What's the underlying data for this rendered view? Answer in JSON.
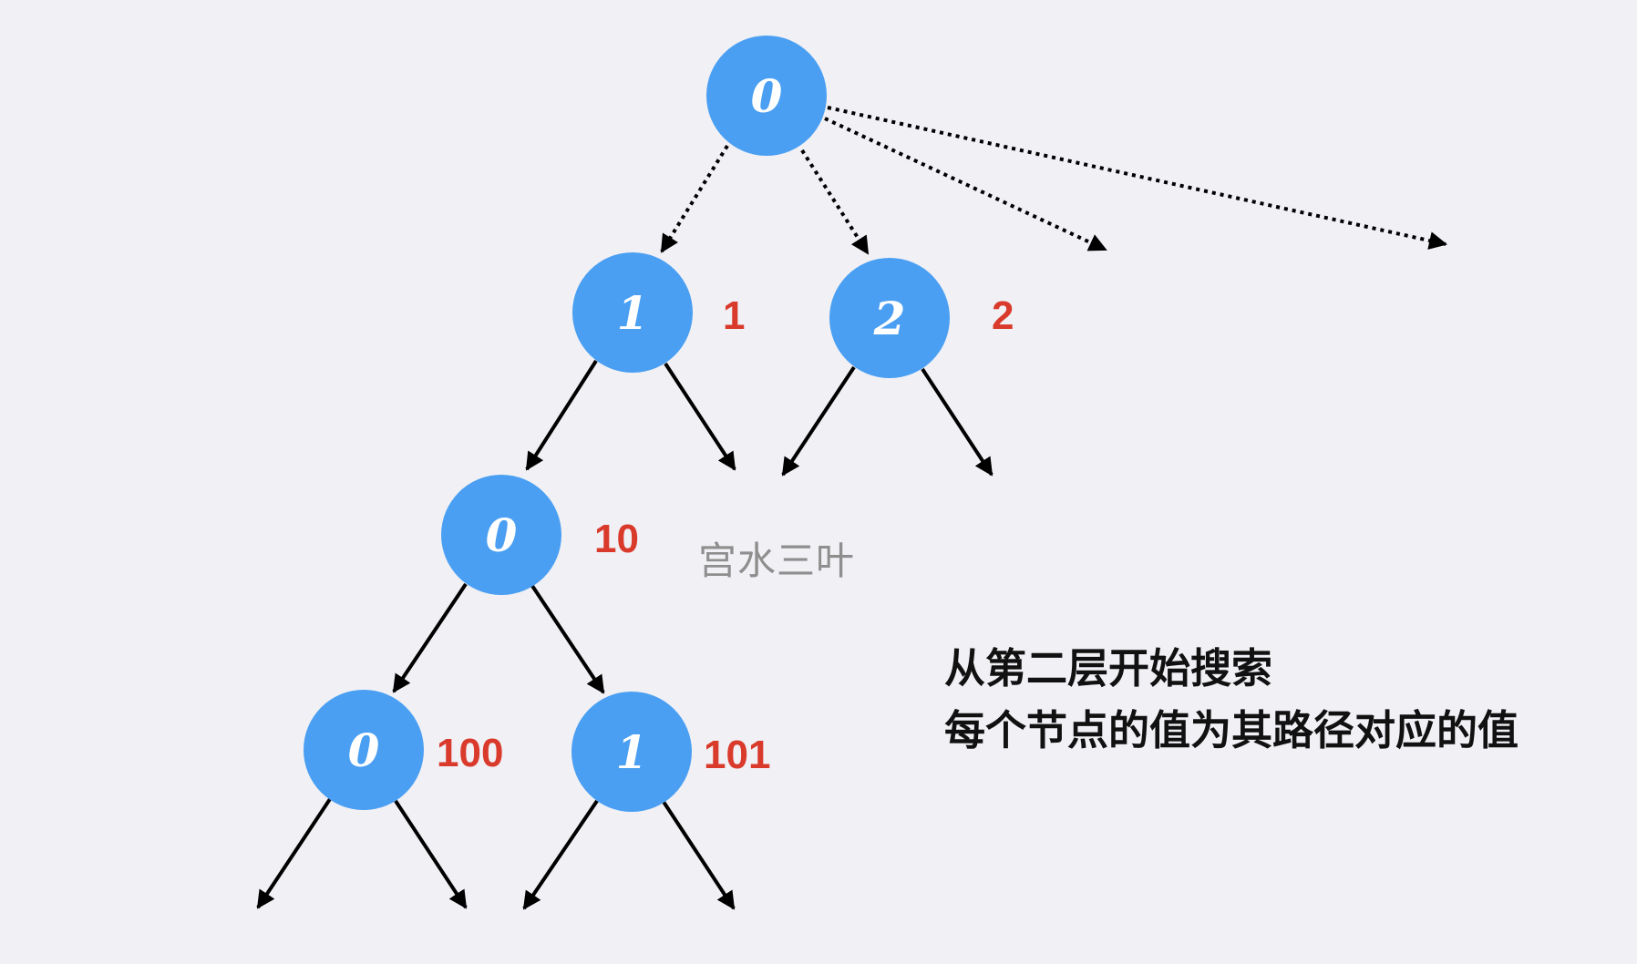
{
  "colors": {
    "node_fill": "#4a9ff2",
    "value_text": "#d93a2b",
    "edge": "#000000",
    "background": "#f0f0f5"
  },
  "nodes": [
    {
      "id": "root",
      "label": "0",
      "value": ""
    },
    {
      "id": "n1",
      "label": "1",
      "value": "1"
    },
    {
      "id": "n2",
      "label": "2",
      "value": "2"
    },
    {
      "id": "n10",
      "label": "0",
      "value": "10"
    },
    {
      "id": "n100",
      "label": "0",
      "value": "100"
    },
    {
      "id": "n101",
      "label": "1",
      "value": "101"
    }
  ],
  "watermark": "宫水三叶",
  "caption": {
    "line1": "从第二层开始搜索",
    "line2": "每个节点的值为其路径对应的值"
  }
}
